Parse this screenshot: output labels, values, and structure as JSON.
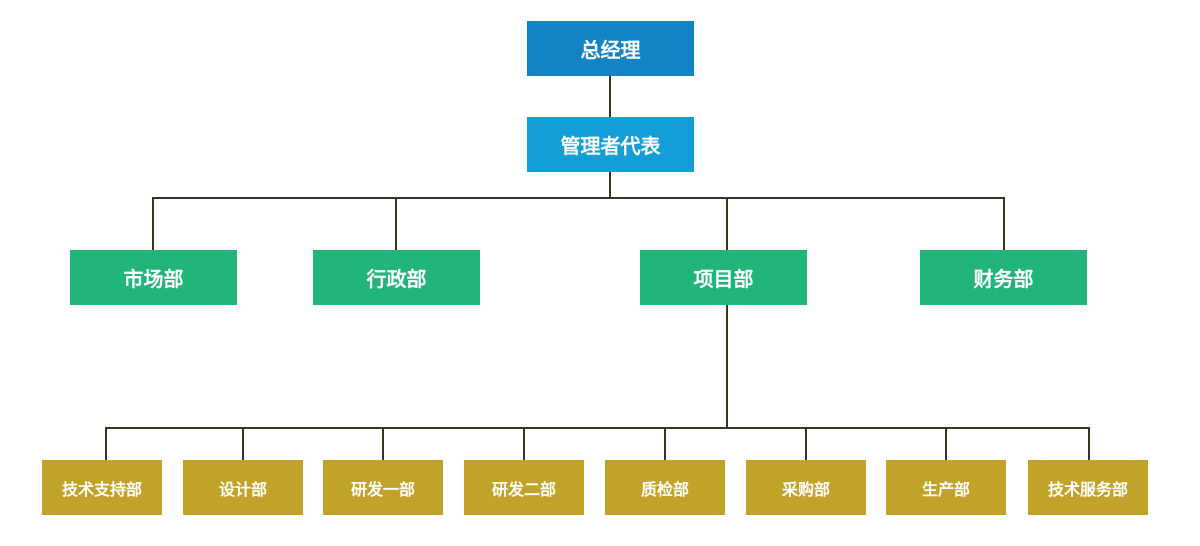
{
  "diagram": {
    "colors": {
      "top": "#1183c6",
      "second": "#149ed8",
      "departments": "#22b57a",
      "sub_departments": "#c1a32a",
      "lines": "#3b3320"
    },
    "general_manager": "总经理",
    "management_representative": "管理者代表",
    "departments": [
      "市场部",
      "行政部",
      "项目部",
      "财务部"
    ],
    "project_sub_departments": [
      "技术支持部",
      "设计部",
      "研发一部",
      "研发二部",
      "质检部",
      "采购部",
      "生产部",
      "技术服务部"
    ]
  }
}
